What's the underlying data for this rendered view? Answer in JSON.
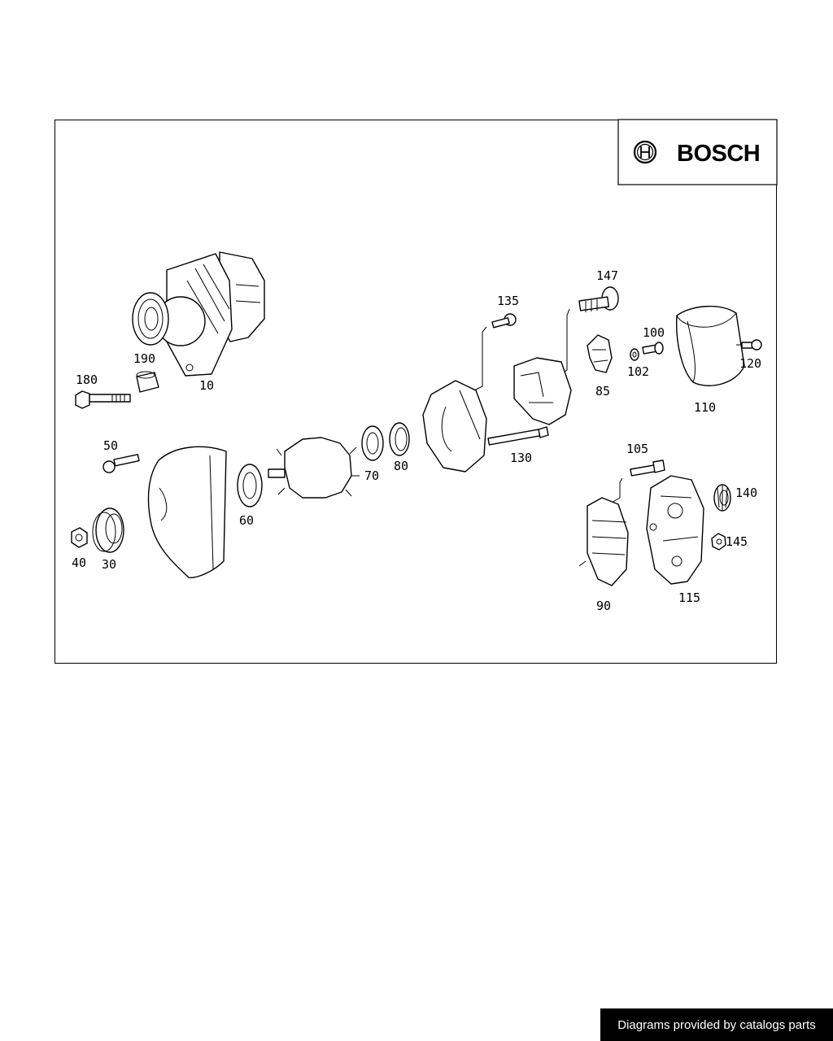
{
  "brand": {
    "name": "BOSCH"
  },
  "footer": {
    "text": "Diagrams provided by catalogs parts"
  },
  "callouts": [
    "190",
    "10",
    "180",
    "50",
    "60",
    "70",
    "80",
    "40",
    "30",
    "135",
    "147",
    "100",
    "102",
    "120",
    "85",
    "110",
    "130",
    "105",
    "140",
    "145",
    "90",
    "115"
  ],
  "colors": {
    "ink": "#000000",
    "paper": "#ffffff",
    "footer_bg": "#000000",
    "footer_text": "#ffffff"
  }
}
